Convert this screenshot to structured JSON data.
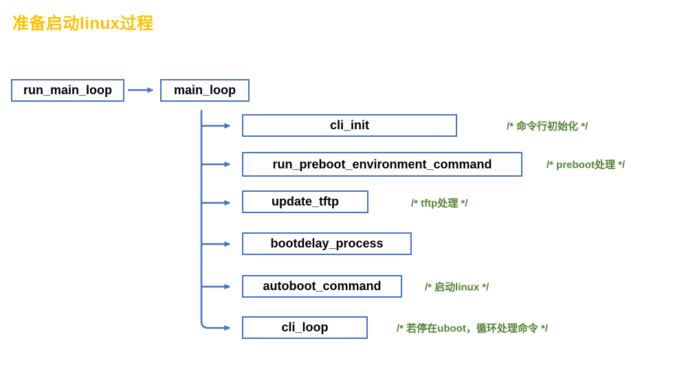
{
  "title": "准备启动linux过程",
  "colors": {
    "accent_blue": "#4472C4",
    "comment_green": "#548235",
    "title_orange": "#FFC000",
    "box_text": "#000000",
    "background": "#FFFFFF"
  },
  "top_nodes": [
    {
      "label": "run_main_loop"
    },
    {
      "label": "main_loop"
    }
  ],
  "flow_rows": [
    {
      "label": "cli_init",
      "comment": "/* 命令行初始化 */"
    },
    {
      "label": "run_preboot_environment_command",
      "comment": "/* preboot处理 */"
    },
    {
      "label": "update_tftp",
      "comment": "/* tftp处理 */"
    },
    {
      "label": "bootdelay_process"
    },
    {
      "label": "autoboot_command",
      "comment": "/* 启动linux */"
    },
    {
      "label": "cli_loop",
      "comment": "/* 若停在uboot，循环处理命令 */"
    }
  ]
}
